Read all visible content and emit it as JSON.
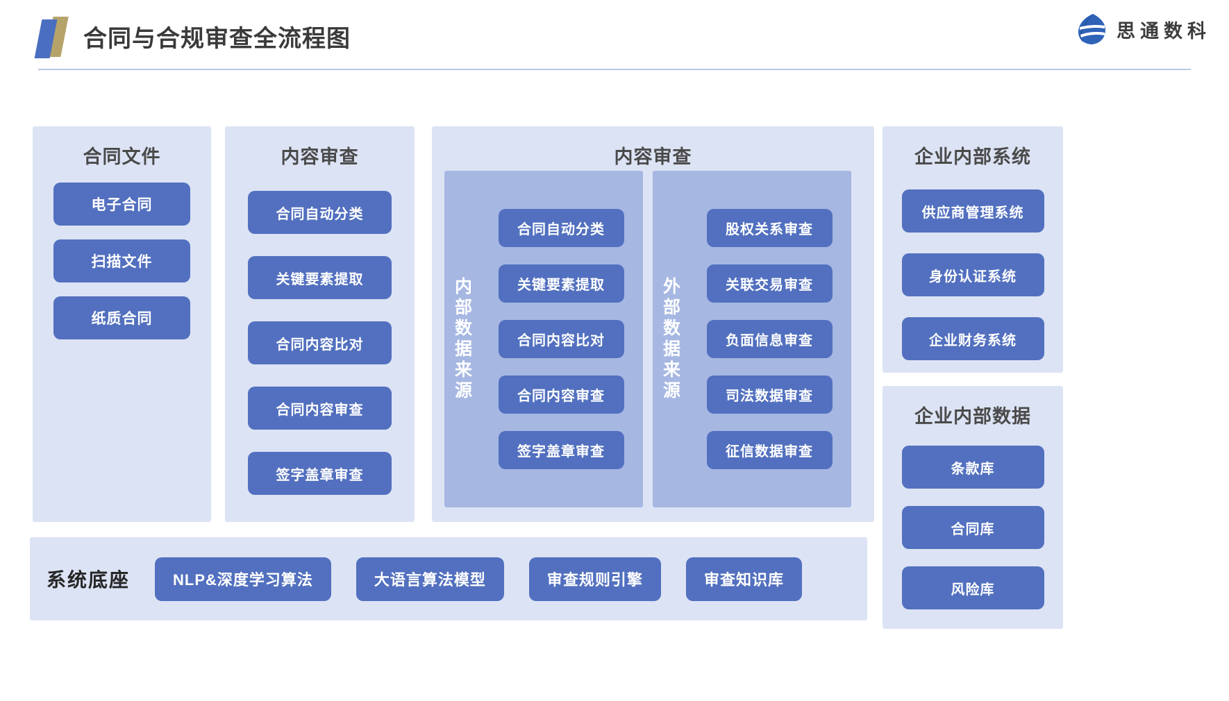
{
  "header": {
    "title": "合同与合规审查全流程图",
    "brand_name": "思通数科",
    "logo_icon": "shield-leaf-icon",
    "accent_blue": "#4a6fc0",
    "accent_gold": "#b5a36a",
    "rule_color": "#b9c7e4"
  },
  "theme": {
    "panel_bg": "#dce3f4",
    "subpanel_bg": "#a6b7e2",
    "chip_bg": "#5270bf",
    "chip_text": "#ffffff",
    "title_text": "#4a4a4a",
    "page_bg": "#ffffff"
  },
  "columns": {
    "contract_files": {
      "title": "合同文件",
      "items": [
        "电子合同",
        "扫描文件",
        "纸质合同"
      ]
    },
    "content_review": {
      "title": "内容审查",
      "items": [
        "合同自动分类",
        "关键要素提取",
        "合同内容比对",
        "合同内容审查",
        "签字盖章审查"
      ]
    },
    "center": {
      "title": "内容审查",
      "subpanels": [
        {
          "vertical_label": "内部数据来源",
          "items": [
            "合同自动分类",
            "关键要素提取",
            "合同内容比对",
            "合同内容审查",
            "签字盖章审查"
          ]
        },
        {
          "vertical_label": "外部数据来源",
          "items": [
            "股权关系审查",
            "关联交易审查",
            "负面信息审查",
            "司法数据审查",
            "征信数据审查"
          ]
        }
      ]
    },
    "internal_systems": {
      "title": "企业内部系统",
      "items": [
        "供应商管理系统",
        "身份认证系统",
        "企业财务系统"
      ]
    },
    "internal_data": {
      "title": "企业内部数据",
      "items": [
        "条款库",
        "合同库",
        "风险库"
      ]
    }
  },
  "foundation": {
    "label": "系统底座",
    "items": [
      "NLP&深度学习算法",
      "大语言算法模型",
      "审查规则引擎",
      "审查知识库"
    ]
  }
}
